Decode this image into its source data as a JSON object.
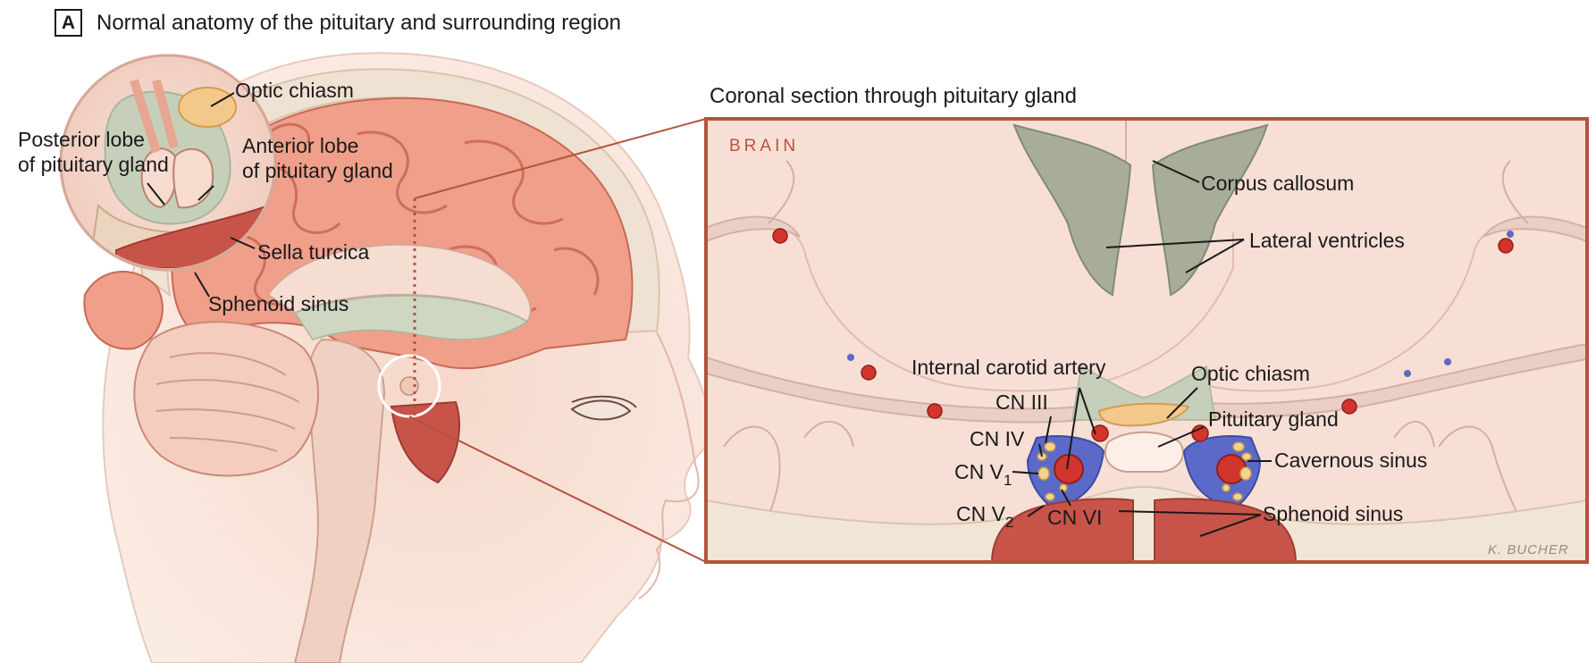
{
  "figure": {
    "panel_letter": "A",
    "title": "Normal anatomy of the pituitary and surrounding region",
    "subtitle": "Coronal section through pituitary gland",
    "brain_word": "BRAIN",
    "signature": "K. BUCHER"
  },
  "sagittal_labels": {
    "optic_chiasm": "Optic chiasm",
    "posterior_lobe_line1": "Posterior lobe",
    "posterior_lobe_line2": "of pituitary gland",
    "anterior_lobe_line1": "Anterior lobe",
    "anterior_lobe_line2": "of pituitary gland",
    "sella_turcica": "Sella turcica",
    "sphenoid_sinus": "Sphenoid sinus"
  },
  "coronal_labels": {
    "corpus_callosum": "Corpus callosum",
    "lateral_ventricles": "Lateral ventricles",
    "internal_carotid_artery": "Internal carotid artery",
    "optic_chiasm": "Optic chiasm",
    "pituitary_gland": "Pituitary gland",
    "cavernous_sinus": "Cavernous sinus",
    "sphenoid_sinus": "Sphenoid sinus",
    "cn_iii": "CN III",
    "cn_iv": "CN IV",
    "cn_v1_base": "CN V",
    "cn_v1_sub": "1",
    "cn_v2_base": "CN V",
    "cn_v2_sub": "2",
    "cn_vi": "CN VI"
  },
  "colors": {
    "frame": "#b5533c",
    "brain_tissue": "#f6dcd2",
    "gyri": "#e9a796",
    "ventricle": "#a7ad96",
    "artery": "#d2352d",
    "sinus": "#c85449",
    "venous_plexus": "#5b69c8",
    "nerve": "#f3d38d",
    "bone": "#f1e6d6",
    "skin": "#f6ddd1"
  }
}
